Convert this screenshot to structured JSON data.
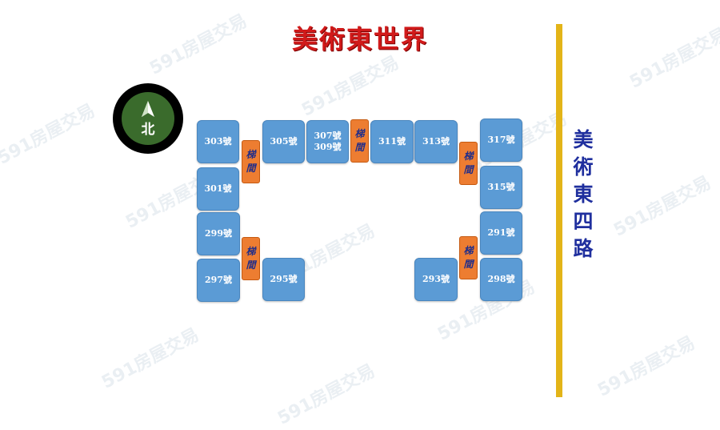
{
  "title": "美術東世界",
  "compass": {
    "label": "北"
  },
  "units": [
    "303號",
    "301號",
    "299號",
    "297號",
    "305號",
    "295號",
    "307號",
    "309號",
    "311號",
    "313號",
    "293號",
    "317號",
    "315號",
    "291號",
    "298號"
  ],
  "stair_label": [
    "梯",
    "間"
  ],
  "road": {
    "chars": [
      "美",
      "術",
      "東",
      "四",
      "路"
    ],
    "color": "#e3b418"
  },
  "watermark": "591房屋交易",
  "colors": {
    "unit": "#5b9bd5",
    "stair": "#ed7d31",
    "title": "#d11a1a",
    "road_text": "#1f2f9e"
  }
}
